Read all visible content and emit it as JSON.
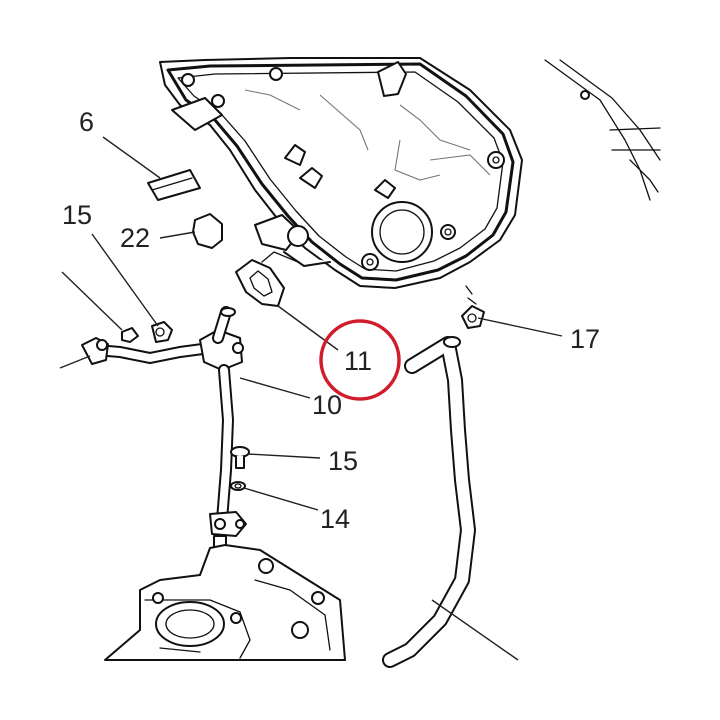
{
  "callouts": {
    "part_6": "6",
    "part_22": "22",
    "part_15_left": "15",
    "part_11": "11",
    "part_10": "10",
    "part_17": "17",
    "part_15_bolt": "15",
    "part_14": "14"
  },
  "highlight": {
    "part": "11",
    "color": "#d01c2c"
  },
  "colors": {
    "ink": "#111111",
    "background": "#ffffff"
  }
}
